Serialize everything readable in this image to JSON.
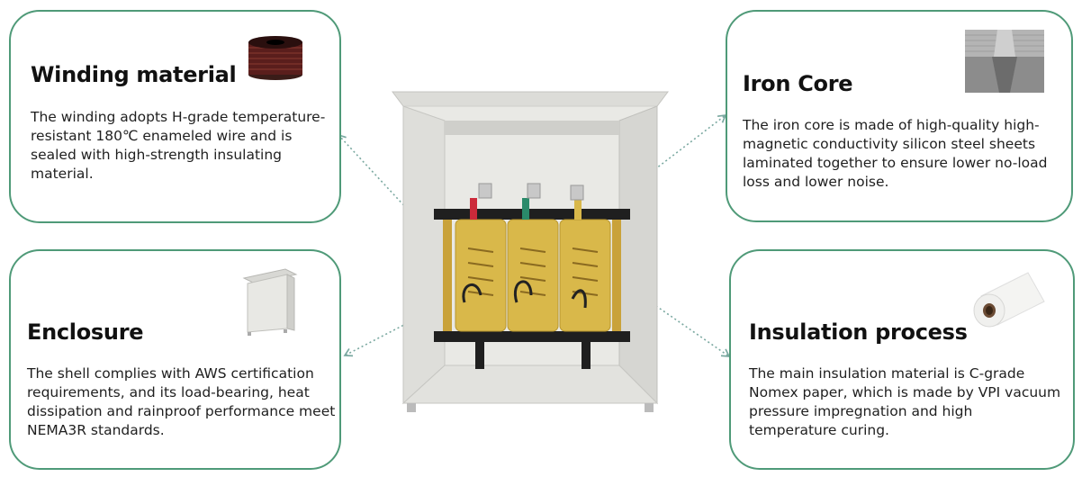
{
  "cards": {
    "winding": {
      "title": "Winding material",
      "body": "The winding adopts H-grade temperature-resistant 180℃ enameled wire and is sealed with high-strength insulating material."
    },
    "enclosure": {
      "title": "Enclosure",
      "body": "The shell complies with AWS certification requirements, and its load-bearing, heat dissipation and rainproof performance meet NEMA3R standards."
    },
    "core": {
      "title": "Iron Core",
      "body": "The iron core is made of high-quality high-magnetic conductivity silicon steel sheets laminated together to ensure lower no-load loss and lower noise."
    },
    "insulation": {
      "title": "Insulation process",
      "body": "The main insulation material is C-grade Nomex paper, which is made by VPI vacuum pressure impregnation and high temperature curing."
    }
  },
  "icons": {
    "winding": "copper-wire-spool-icon",
    "enclosure": "metal-enclosure-icon",
    "core": "silicon-steel-core-icon",
    "insulation": "nomex-paper-roll-icon"
  },
  "colors": {
    "card_border": "#4f9a78",
    "coil": "#d9b84a",
    "enclosure": "#e6e7e3",
    "connector": "#7aa8a0"
  }
}
